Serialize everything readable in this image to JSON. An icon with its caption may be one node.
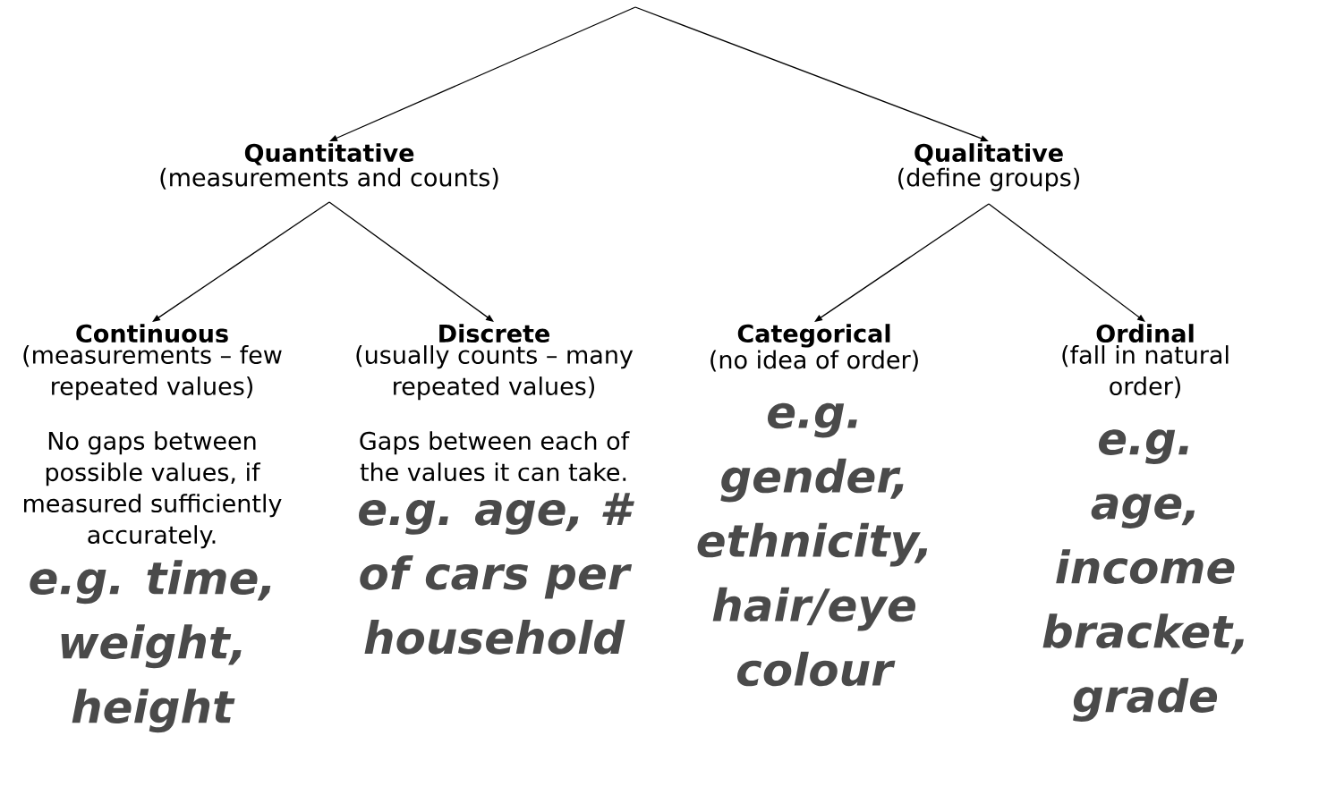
{
  "diagram": {
    "nodes": [
      {
        "text": [
          "Quantitative",
          "(measurements and counts)"
        ]
      },
      {
        "text": [
          "Qualitative",
          "(define groups)"
        ]
      },
      {
        "text": [
          "Continuous",
          "(measurements – few repeated values)",
          "No gaps between possible values, if measured sufficiently accurately.",
          "e.g. time, weight, height"
        ]
      },
      {
        "text": [
          "Discrete",
          "(usually counts – many repeated values)",
          "Gaps between each of the values it can take.",
          "e.g. age, # of cars per household"
        ]
      },
      {
        "text": [
          "Categorical",
          "(no idea of order)",
          "e.g. gender, ethnicity, hair/eye colour"
        ]
      },
      {
        "text": [
          "Ordinal",
          "(fall in natural order)",
          "e.g. age, income bracket, grade"
        ]
      }
    ],
    "edges": [
      {
        "from": null,
        "to": 0,
        "arrow": "to"
      },
      {
        "from": null,
        "to": 1,
        "arrow": "to"
      },
      {
        "from": 0,
        "to": 2,
        "arrow": "to"
      },
      {
        "from": 0,
        "to": 3,
        "arrow": "to"
      },
      {
        "from": 1,
        "to": 4,
        "arrow": "to"
      },
      {
        "from": 1,
        "to": 5,
        "arrow": "to"
      }
    ]
  }
}
